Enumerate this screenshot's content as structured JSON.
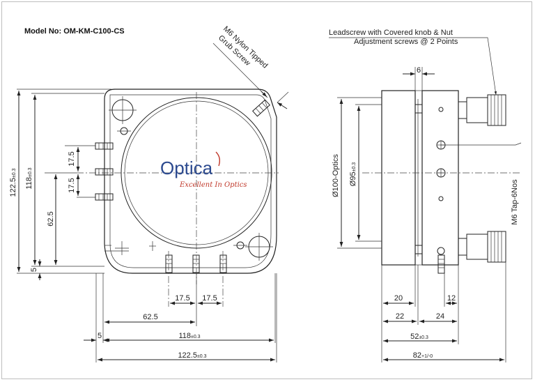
{
  "model_number": "Model No: OM-KM-C100-CS",
  "callouts": {
    "grub_screw_line1": "M6 Nylon Tipped",
    "grub_screw_line2": "Grub Screw",
    "leadscrew_line1": "Leadscrew with Covered knob & Nut",
    "leadscrew_line2": "Adjustment screws @ 2 Points",
    "tap_holes": "M6 Tap-6Nos"
  },
  "logo": {
    "brand": "Optica",
    "tagline": "Excellent In Optics",
    "brand_color": "#2c4a8f",
    "tagline_color": "#c0392b"
  },
  "front_view": {
    "height_overall": "122.5",
    "height_overall_tol": "±0.3",
    "height_inner": "118",
    "height_inner_tol": "±0.3",
    "pitch_upper": "17.5",
    "pitch_lower": "17.5",
    "height_side": "62.5",
    "offset_left": "5",
    "pitch_bottom_left": "17.5",
    "pitch_bottom_right": "17.5",
    "width_center": "62.5",
    "offset_bottom": "5",
    "width_inner": "118",
    "width_inner_tol": "±0.3",
    "width_overall": "122.5",
    "width_overall_tol": "±0.3"
  },
  "side_view": {
    "gap_top": "6",
    "optic_diameter": "Ø100-Optics",
    "clear_aperture": "Ø95",
    "clear_aperture_tol": "±0.3",
    "dim_20": "20",
    "dim_12": "12",
    "dim_22": "22",
    "dim_24": "24",
    "dim_52": "52",
    "dim_52_tol": "±0.3",
    "dim_82": "82",
    "dim_82_tol": "+1/-0"
  }
}
